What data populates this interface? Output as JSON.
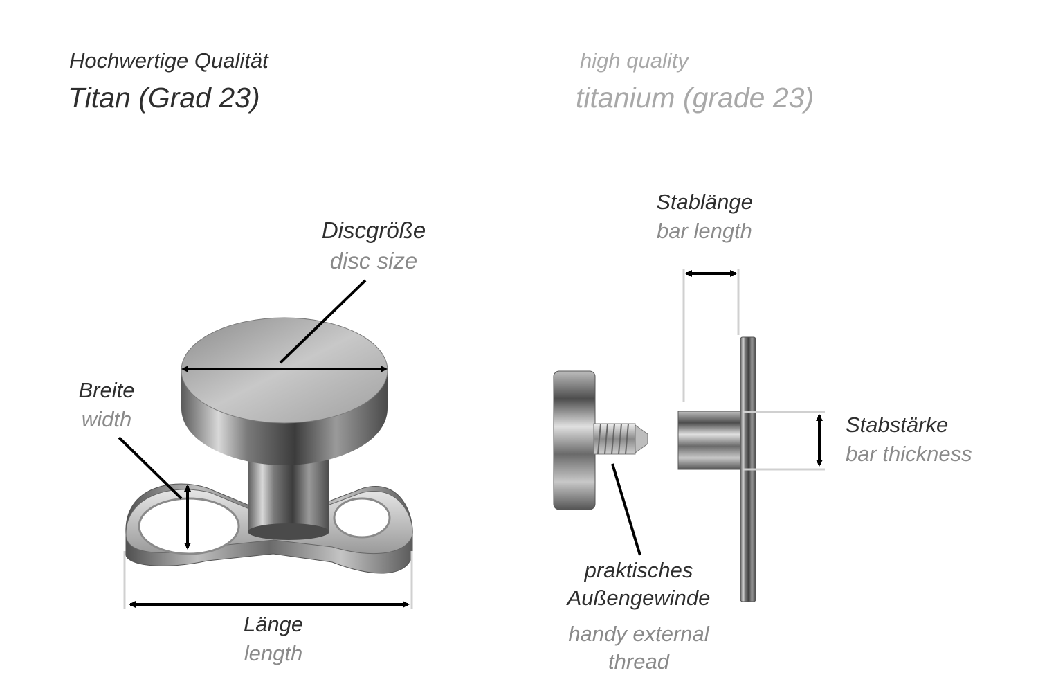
{
  "header": {
    "de_subtitle": "Hochwertige Qualität",
    "de_title": "Titan (Grad 23)",
    "en_subtitle": "high quality",
    "en_title": "titanium (grade 23)"
  },
  "labels": {
    "disc_size": {
      "de": "Discgröße",
      "en": "disc size"
    },
    "width": {
      "de": "Breite",
      "en": "width"
    },
    "length": {
      "de": "Länge",
      "en": "length"
    },
    "bar_length": {
      "de": "Stablänge",
      "en": "bar length"
    },
    "bar_thickness": {
      "de": "Stabstärke",
      "en": "bar thickness"
    },
    "external_thread": {
      "de_line1": "praktisches",
      "de_line2": "Außengewinde",
      "en_line1": "handy external",
      "en_line2": "thread"
    }
  },
  "colors": {
    "text_dark": "#2e2e2e",
    "text_light": "#8a8a8a",
    "dimension_line": "#000000",
    "guide_line": "#d0d0d0"
  }
}
